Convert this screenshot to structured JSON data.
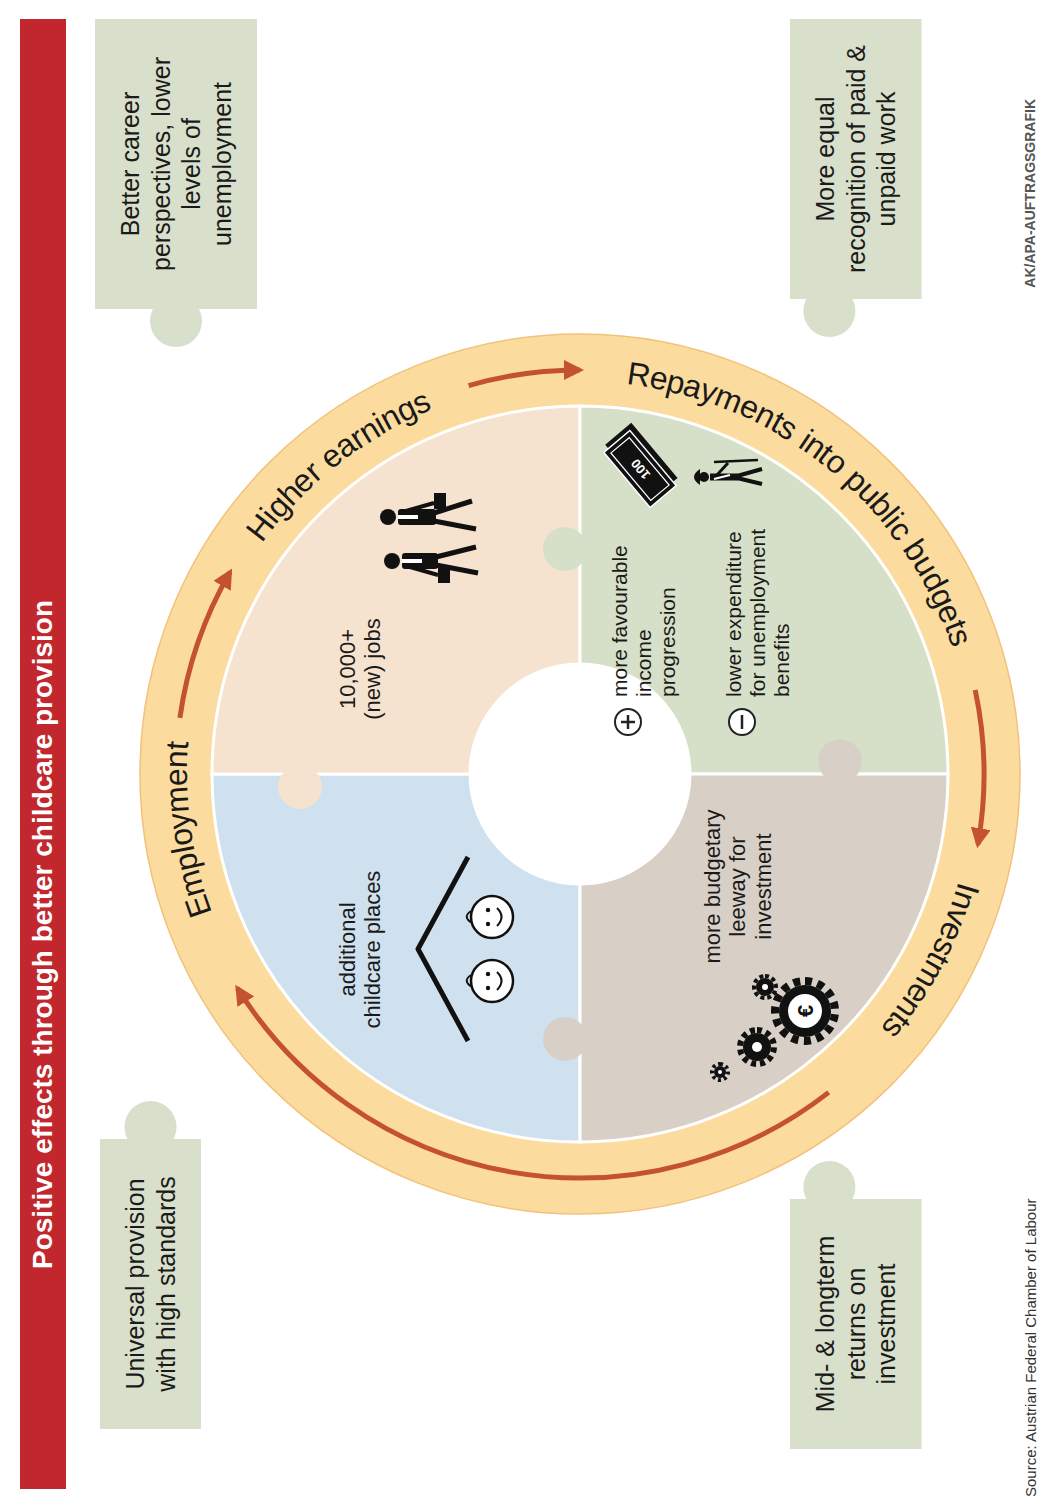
{
  "diagram": {
    "title": "Positive effects through better childcare provision",
    "nodes": [
      {
        "text": [
          "Universal provision with high standards"
        ]
      },
      {
        "text": [
          "Better career perspectives, lower levels of unemployment"
        ]
      },
      {
        "text": [
          "additional childcare places"
        ]
      },
      {
        "text": [
          "10,000+ (new) jobs"
        ]
      },
      {
        "text": [
          "more favourable income progression",
          "lower expenditure for unemployment benefits"
        ]
      },
      {
        "text": [
          "more budgetary leeway for investment"
        ]
      },
      {
        "text": [
          "Mid- & longterm returns on investment"
        ]
      },
      {
        "text": [
          "More equal recognition of paid & unpaid work"
        ]
      }
    ],
    "labels": [
      "Employment",
      "Higher earnings",
      "Repayments into public budgets",
      "Investments",
      "100",
      "€",
      "Source: Austrian Federal Chamber of Labour",
      "AK/APA-AUFTRAGSGRAFIK"
    ]
  }
}
